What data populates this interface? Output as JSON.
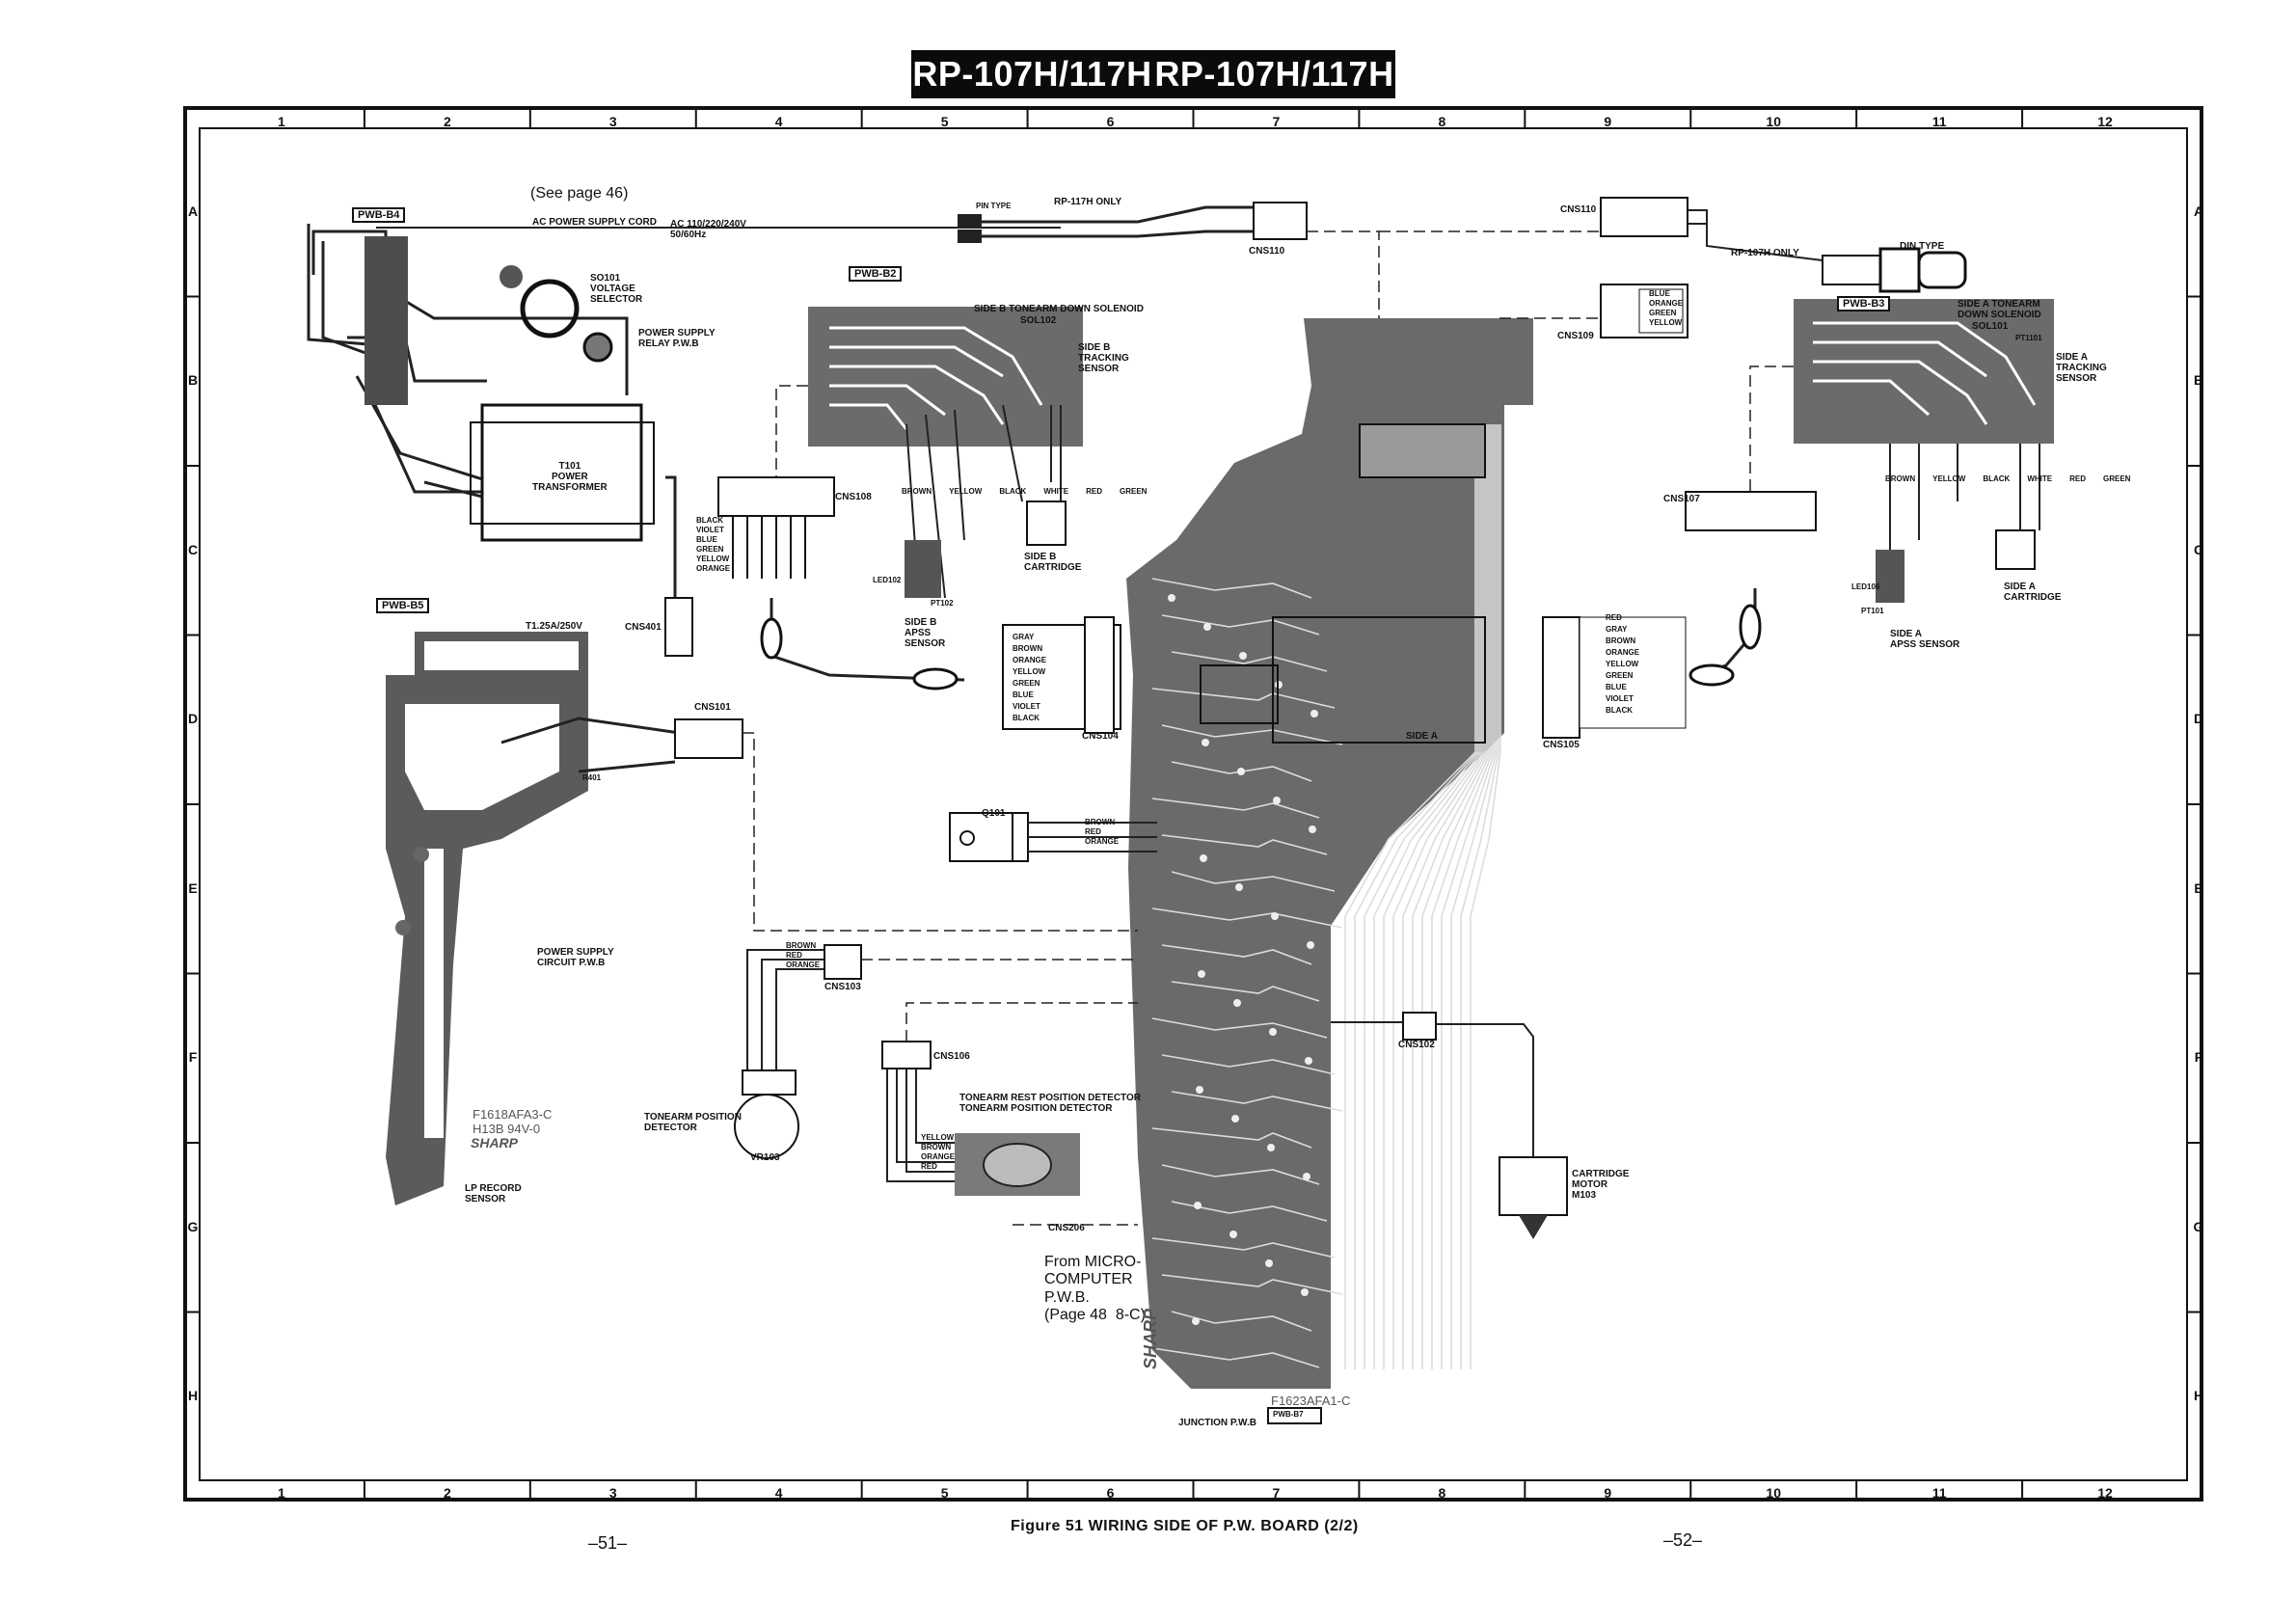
{
  "header": {
    "title_left": "RP-107H/117H",
    "title_right": "RP-107H/117H"
  },
  "grid": {
    "columns": [
      "1",
      "2",
      "3",
      "4",
      "5",
      "6",
      "7",
      "8",
      "9",
      "10",
      "11",
      "12"
    ],
    "rows": [
      "A",
      "B",
      "C",
      "D",
      "E",
      "F",
      "G",
      "H"
    ]
  },
  "power_section": {
    "board_b4": "PWB-B4",
    "see_page": "(See page 46)",
    "ac_cord": "AC POWER SUPPLY CORD",
    "ac_rating": "AC 110/220/240V\n50/60Hz",
    "voltage_selector": "SO101\nVOLTAGE\nSELECTOR",
    "relay_pwb": "POWER SUPPLY\nRELAY P.W.B",
    "transformer": "T101\nPOWER\nTRANSFORMER",
    "board_b5": "PWB-B5",
    "fuse": "T1.25A/250V",
    "psu_circuit": "POWER SUPPLY\nCIRCUIT P.W.B",
    "pcb_code": "F1618AFA3-C\nH13B 94V-0",
    "sharp_logo": "SHARP",
    "lp_sensor": "LP RECORD\nSENSOR",
    "cns401": "CNS401",
    "cns101": "CNS101",
    "r401": "R401"
  },
  "side_b": {
    "rp117h_only": "RP-117H ONLY",
    "pin_type": "PIN TYPE",
    "board_b2": "PWB-B2",
    "solenoid": "SIDE B TONEARM DOWN SOLENOID",
    "sol102": "SOL102",
    "tracking": "SIDE B\nTRACKING\nSENSOR",
    "cartridge": "SIDE B\nCARTRIDGE",
    "apss": "SIDE B\nAPSS\nSENSOR",
    "cns108": "CNS108",
    "led102": "LED102",
    "pt102": "PT102",
    "cns110": "CNS110",
    "cns104": "CNS104"
  },
  "side_a": {
    "cns110": "CNS110",
    "cns109": "CNS109",
    "rp107h_only": "RP-107H ONLY",
    "din_type": "DIN TYPE",
    "board_b3": "PWB-B3",
    "solenoid": "SIDE A TONEARM\nDOWN SOLENOID",
    "sol101": "SOL101",
    "pt1101": "PT1101",
    "tracking": "SIDE A\nTRACKING\nSENSOR",
    "cns107": "CNS107",
    "led106": "LED106",
    "pt101": "PT101",
    "apss": "SIDE A\nAPSS SENSOR",
    "cartridge": "SIDE A\nCARTRIDGE",
    "cns105": "CNS105"
  },
  "center": {
    "q101": "Q101",
    "cns103": "CNS103",
    "cns106": "CNS106",
    "tonearm_detector": "TONEARM POSITION\nDETECTOR",
    "vr103": "VR103",
    "rest_detector": "TONEARM REST POSITION DETECTOR\nTONEARM POSITION DETECTOR",
    "cns206": "CNS206",
    "from_micro": "From MICRO-\nCOMPUTER\nP.W.B.\n(Page 48  8-C)",
    "junction": "JUNCTION P.W.B",
    "board_b7": "PWB-B7",
    "pcb_code": "F1623AFA1-C",
    "sharp_logo": "SHARP",
    "cns102": "CNS102",
    "motor": "CARTRIDGE\nMOTOR\nM103",
    "side_a_mark": "SIDE A"
  },
  "wire_colors": {
    "cns108": [
      "BLACK",
      "VIOLET",
      "BLUE",
      "GREEN",
      "YELLOW",
      "ORANGE"
    ],
    "cns104": [
      "GRAY",
      "BROWN",
      "ORANGE",
      "YELLOW",
      "GREEN",
      "BLUE",
      "VIOLET",
      "BLACK"
    ],
    "cns105": [
      "RED",
      "GRAY",
      "BROWN",
      "ORANGE",
      "YELLOW",
      "GREEN",
      "BLUE",
      "VIOLET",
      "BLACK"
    ],
    "cns109": [
      "BLUE",
      "ORANGE",
      "GREEN",
      "YELLOW"
    ],
    "q101": [
      "BROWN",
      "RED",
      "ORANGE"
    ],
    "cns103": [
      "BROWN",
      "RED",
      "ORANGE"
    ],
    "cns106": [
      "YELLOW",
      "BROWN",
      "ORANGE",
      "RED"
    ],
    "b2_bottom": [
      "BROWN",
      "YELLOW",
      "BLACK",
      "WHITE",
      "RED",
      "GREEN"
    ],
    "b3_bottom": [
      "BROWN",
      "YELLOW",
      "BLACK",
      "WHITE",
      "RED",
      "GREEN"
    ]
  },
  "footer": {
    "caption": "Figure 51  WIRING SIDE OF P.W. BOARD (2/2)",
    "page_left": "–51–",
    "page_right": "–52–"
  }
}
